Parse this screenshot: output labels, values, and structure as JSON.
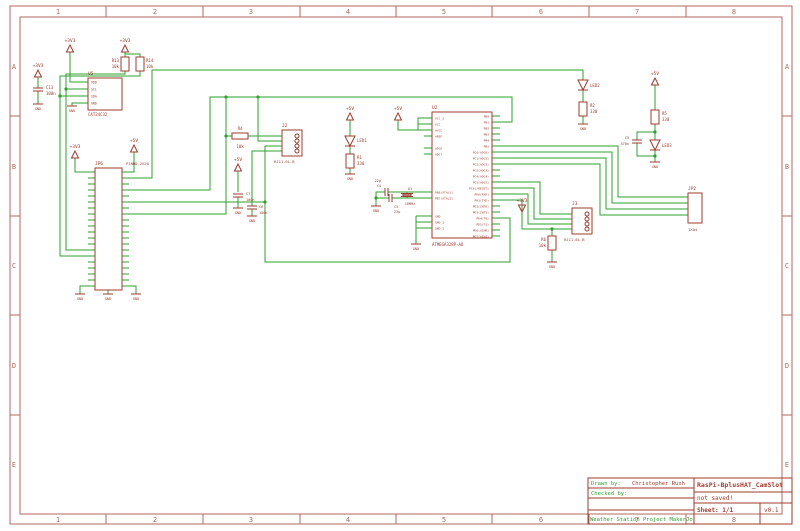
{
  "sheet": {
    "columns": [
      "1",
      "2",
      "3",
      "4",
      "5",
      "6",
      "7",
      "8"
    ],
    "rows": [
      "A",
      "B",
      "C",
      "D",
      "E"
    ]
  },
  "title_block": {
    "drawn_by_label": "Drawn by:",
    "drawn_by_name": "Christopher Rush",
    "checked_by_label": "Checked by:",
    "project_name": "Weather Station Project MakerJo",
    "doc_title": "RasPi-BplusHAT_CamSlot",
    "save_status": "not saved!",
    "sheet_label": "Sheet: 1/1",
    "version": "v0.1"
  },
  "nets": {
    "v33": "+3V3",
    "v5": "+5V",
    "gnd": "GND"
  },
  "parts": {
    "u5": {
      "ref": "U5",
      "value": "CAT24C32",
      "pins": [
        "VDD",
        "SCL",
        "SDA",
        "GND"
      ]
    },
    "r13": {
      "ref": "R13",
      "value": "10k"
    },
    "r14": {
      "ref": "R14",
      "value": "10k"
    },
    "c13": {
      "ref": "C13",
      "value": "100n"
    },
    "pi_header": {
      "ref": "JP6",
      "value": "PINHD-2X20"
    },
    "mcu": {
      "ref": "U2",
      "value": "ATMEGA328P-AU",
      "left_pins": [
        "VCC_2",
        "VCC",
        "AVCC",
        "AREF",
        "ADC6",
        "ADC7",
        "PB6(XTAL1)",
        "PB7(XTAL2)",
        "GND",
        "GND_2",
        "GND_3"
      ],
      "right_pins": [
        "PB0",
        "PB1",
        "PB2",
        "PB3",
        "PB4",
        "PB5",
        "PC0(ADC0)",
        "PC1(ADC1)",
        "PC2(ADC2)",
        "PC3(ADC3)",
        "PC4(ADC4)",
        "PC5(ADC5)",
        "PC6(/RESET)",
        "PD0(RXD)",
        "PD1(TXD)",
        "PD2(INT0)",
        "PD3(INT1)",
        "PD4(T0)",
        "PD5(T1)",
        "PD6(AIN0)",
        "PD7(AIN1)"
      ]
    },
    "q1": {
      "ref": "Q1",
      "value": "16MHz"
    },
    "c4": {
      "ref": "C4",
      "value": "22p"
    },
    "c5": {
      "ref": "C5",
      "value": "22p"
    },
    "c6": {
      "ref": "C6",
      "value": "100n"
    },
    "c7": {
      "ref": "C7",
      "value": "100n"
    },
    "c9": {
      "ref": "C9",
      "value": "470n"
    },
    "j2": {
      "ref": "J2",
      "value": "RJ11-6L-B"
    },
    "j3": {
      "ref": "J3",
      "value": "RJ11-6L-B"
    },
    "jp2": {
      "ref": "JP2",
      "value": "1X04"
    },
    "led1": {
      "ref": "LED1"
    },
    "led2": {
      "ref": "LED2"
    },
    "led3": {
      "ref": "LED3"
    },
    "r1": {
      "ref": "R1",
      "value": "330"
    },
    "r2": {
      "ref": "R2",
      "value": "330"
    },
    "r5": {
      "ref": "R5",
      "value": "330"
    },
    "r4": {
      "ref": "R4",
      "value": "10k"
    },
    "r6": {
      "ref": "R6",
      "value": "10k"
    }
  },
  "colors": {
    "frame": "#b06a62",
    "symbol": "#9d3b2d",
    "net": "#2fa12f",
    "background": "#ffffff"
  }
}
